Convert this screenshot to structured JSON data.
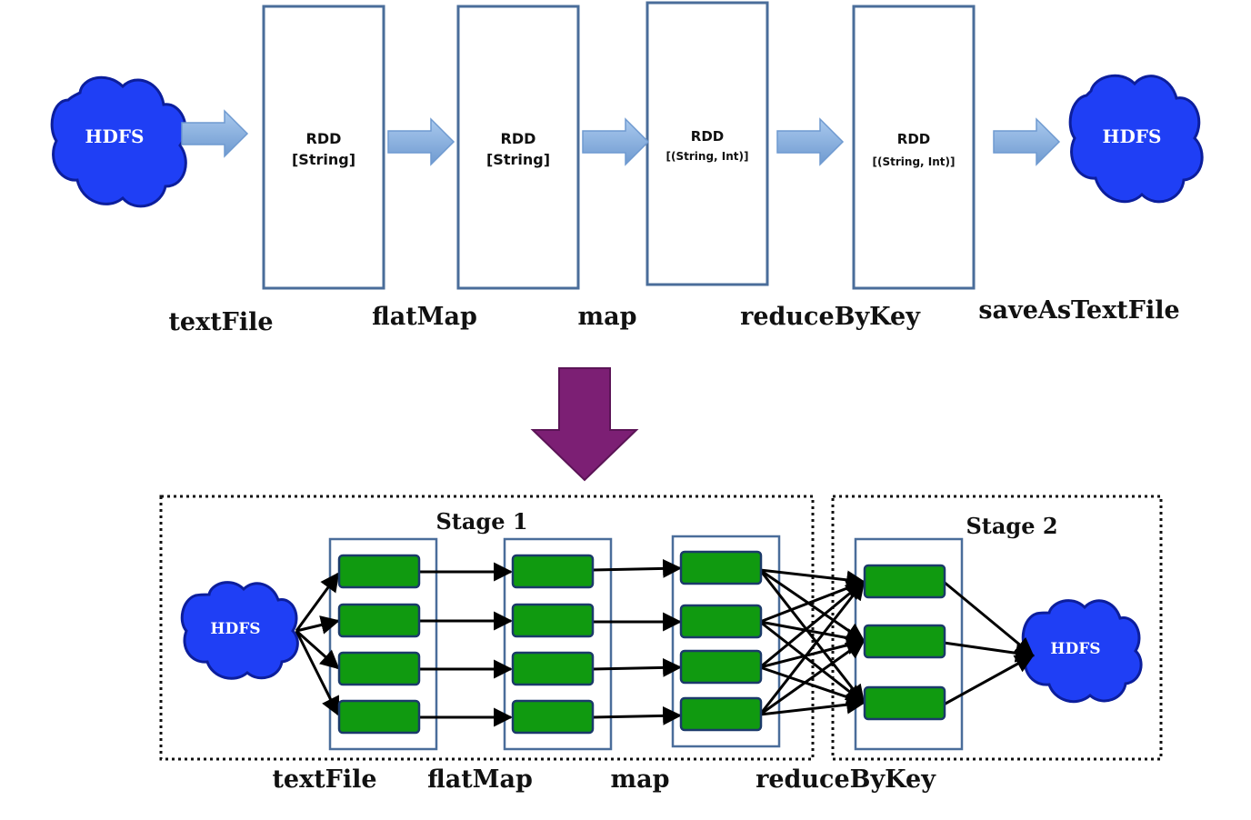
{
  "colors": {
    "cloud_fill": "#1f3ff5",
    "cloud_stroke": "#0c1e9c",
    "rdd_stroke": "#4a6d9a",
    "arrow_fill": "#8ab4e4",
    "arrow_stroke": "#6f9ad0",
    "down_arrow_fill": "#7c1f74",
    "down_arrow_stroke": "#5b1456",
    "partition_fill": "#109a10",
    "partition_stroke": "#1b3a6a"
  },
  "top": {
    "source_cloud": "HDFS",
    "sink_cloud": "HDFS",
    "rdds": [
      {
        "line1": "RDD",
        "line2": "[String]"
      },
      {
        "line1": "RDD",
        "line2": "[String]"
      },
      {
        "line1": "RDD",
        "line2": "[(String, Int)]"
      },
      {
        "line1": "RDD",
        "line2": "[(String, Int)]"
      }
    ],
    "operations": [
      "textFile",
      "flatMap",
      "map",
      "reduceByKey",
      "saveAsTextFile"
    ]
  },
  "bottom": {
    "stage1_label": "Stage 1",
    "stage2_label": "Stage 2",
    "source_cloud": "HDFS",
    "sink_cloud": "HDFS",
    "operations": [
      "textFile",
      "flatMap",
      "map",
      "reduceByKey"
    ]
  }
}
